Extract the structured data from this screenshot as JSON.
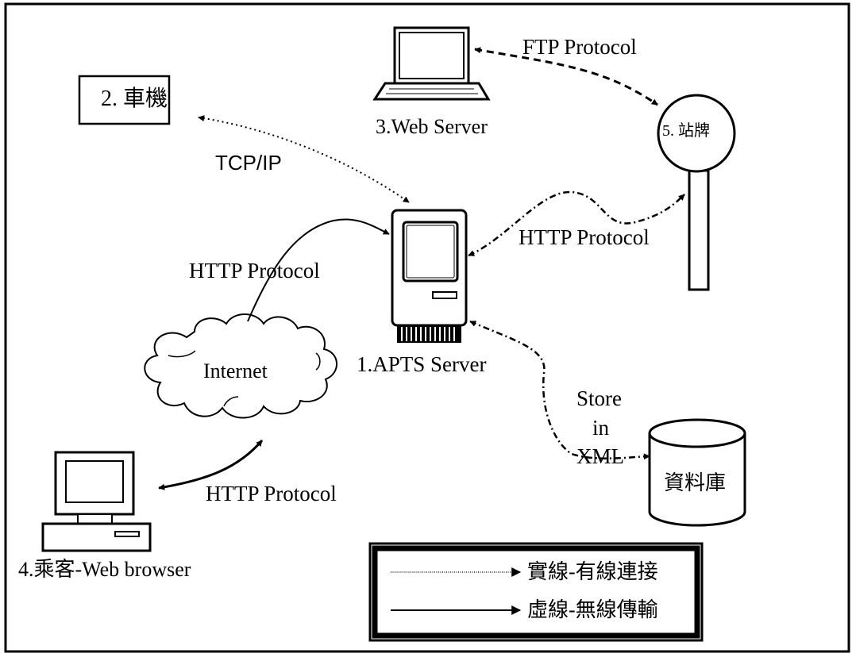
{
  "nodes": {
    "apts_server": "1.APTS Server",
    "vehicle_unit": "2. 車機",
    "web_server": "3.Web Server",
    "passenger": "4.乘客-Web browser",
    "stop_sign": "5. 站牌",
    "database": "資料庫",
    "internet": "Internet"
  },
  "edges": {
    "tcp_ip": "TCP/IP",
    "ftp": "FTP Protocol",
    "http_internet_server": "HTTP Protocol",
    "http_stop_sign": "HTTP Protocol",
    "http_browser": "HTTP Protocol",
    "store_1": "Store",
    "store_2": "in",
    "store_3": "XML"
  },
  "legend": {
    "row1": "實線-有線連接",
    "row2": "虛線-無線傳輸"
  }
}
